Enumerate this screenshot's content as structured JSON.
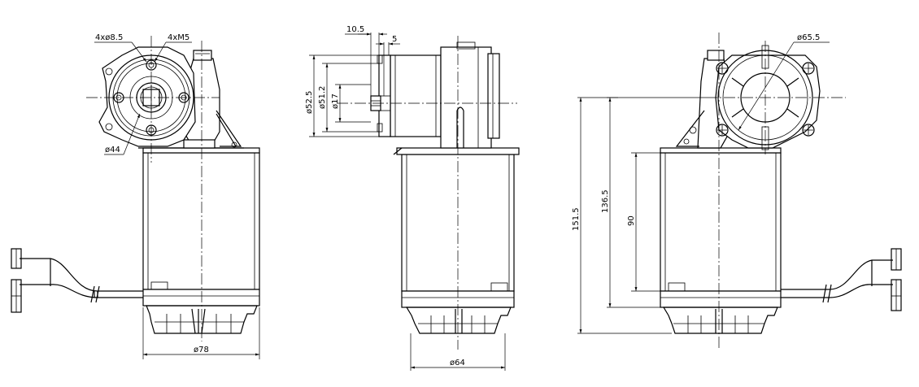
{
  "dimensions": {
    "front": {
      "holes_large": "4xø8.5",
      "holes_thread": "4xM5",
      "pitch_circle": "ø44",
      "body_diameter": "ø78"
    },
    "side": {
      "shaft_length": "10.5",
      "key_length": "5",
      "flange_diameter": "ø52.5",
      "pilot_diameter": "ø51.2",
      "shaft_diameter": "ø17",
      "body_diameter": "ø64"
    },
    "rear": {
      "cover_diameter": "ø65.5",
      "overall_height": "151.5",
      "height_to_gear": "136.5",
      "body_height": "90"
    }
  }
}
